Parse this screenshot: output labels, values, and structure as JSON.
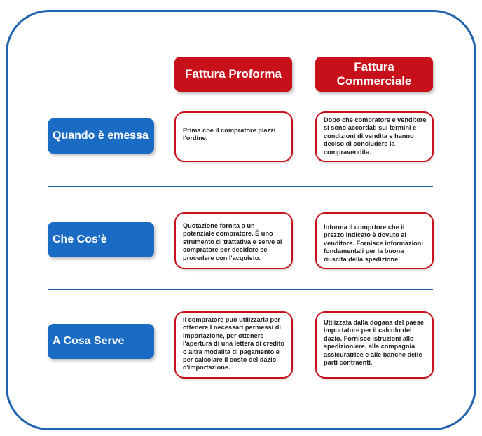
{
  "colors": {
    "frame_border": "#1f63b0",
    "header_red": "#c8101a",
    "label_blue": "#1a6bc4",
    "cell_border": "#c8101a"
  },
  "columns": [
    {
      "label": "Fattura Proforma"
    },
    {
      "label": "Fattura Commerciale"
    }
  ],
  "rows": [
    {
      "label": "Quando è emessa",
      "cells": [
        "Prima che il compratore piazzi l'ordine.",
        "Dopo che compratore e venditore si sono accordati sui termini e condizioni di vendita e hanno deciso di concludere la compravendita."
      ]
    },
    {
      "label": "Che Cos'è",
      "cells": [
        "Quotazione fornita a un potenziale compratore. È uno strumento di trattativa e serve al compratore per decidere se procedere con l'acquisto.",
        "Informa il comprtore che il prezzo indicato è dovuto al venditore. Fornisce informazioni fondamentali per la buona riuscita della spedizione."
      ]
    },
    {
      "label": "A Cosa Serve",
      "cells": [
        "Il compratore può utilizzarla per ottenere I necessari permessi di importazione, per ottenere l'apertura di una lettera di credito o altra modalità di pagamento e per calcolare il costo del dazio d'importazione.",
        "Utilizzata dalla dogana del paese importatore per il calcolo del dazio. Fornisce istruzioni allo spedizioniere, alla compagnia assicuratrice e alle banche delle parti contraenti."
      ]
    }
  ]
}
